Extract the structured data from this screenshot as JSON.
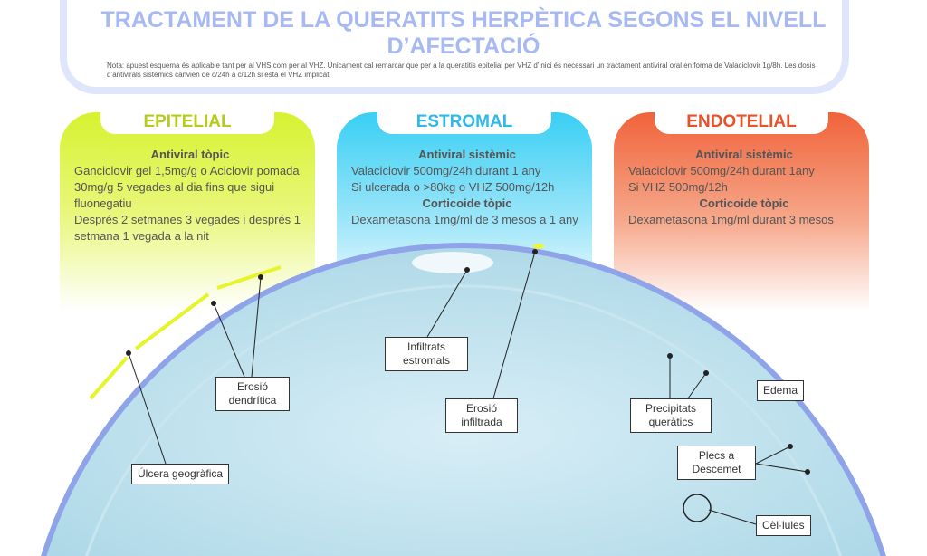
{
  "title": "TRACTAMENT DE LA QUERATITS HERPÈTICA SEGONS EL NIVELL D’AFECTACIÓ",
  "note": "Nota: apuest esquema és aplicable tant per al VHS com per al VHZ. Únicament cal remarcar que per a la queratitis epitelial per VHZ d’inici és necessari un tractament antiviral oral en forma de Valaciclovir 1g/8h. Les dosis d’antivirals sistèmics canvien de c/24h a c/12h si està el VHZ implicat.",
  "colors": {
    "epitelial": "#d6f230",
    "estromal": "#38cff4",
    "endotelial": "#f0633a"
  },
  "cards": [
    {
      "name": "EPITELIAL",
      "h1": "Antiviral tòpic",
      "l1": "Ganciclovir gel 1,5mg/g o Aciclovir pomada 30mg/g 5 vegades al dia fins que sigui fluonegatiu",
      "l2": "Després 2 setmanes 3 vegades i després 1 setmana 1 vegada a la nit"
    },
    {
      "name": "ESTROMAL",
      "h1": "Antiviral sistèmic",
      "l1": "Valaciclovir 500mg/24h durant 1 any",
      "l2": "Si ulcerada o >80kg o VHZ 500mg/12h",
      "h2": "Corticoide tòpic",
      "l3": "Dexametasona 1mg/ml de 3 mesos a 1 any"
    },
    {
      "name": "ENDOTELIAL",
      "h1": "Antiviral sistèmic",
      "l1": "Valaciclovir 500mg/24h durant 1any",
      "l2": "Si VHZ 500mg/12h",
      "h2": "Corticoide tòpic",
      "l3": "Dexametasona 1mg/ml durant 3 mesos"
    }
  ],
  "labels": {
    "ulcera": "Úlcera geogràfica",
    "erosio_dendritica": "Erosió dendrítica",
    "infiltrats": "Infiltrats estromals",
    "erosio_infiltrada": "Erosió infiltrada",
    "precipitats": "Precipitats queràtics",
    "edema": "Edema",
    "plecs": "Plecs a Descemet",
    "cellules": "Cèl·lules"
  }
}
